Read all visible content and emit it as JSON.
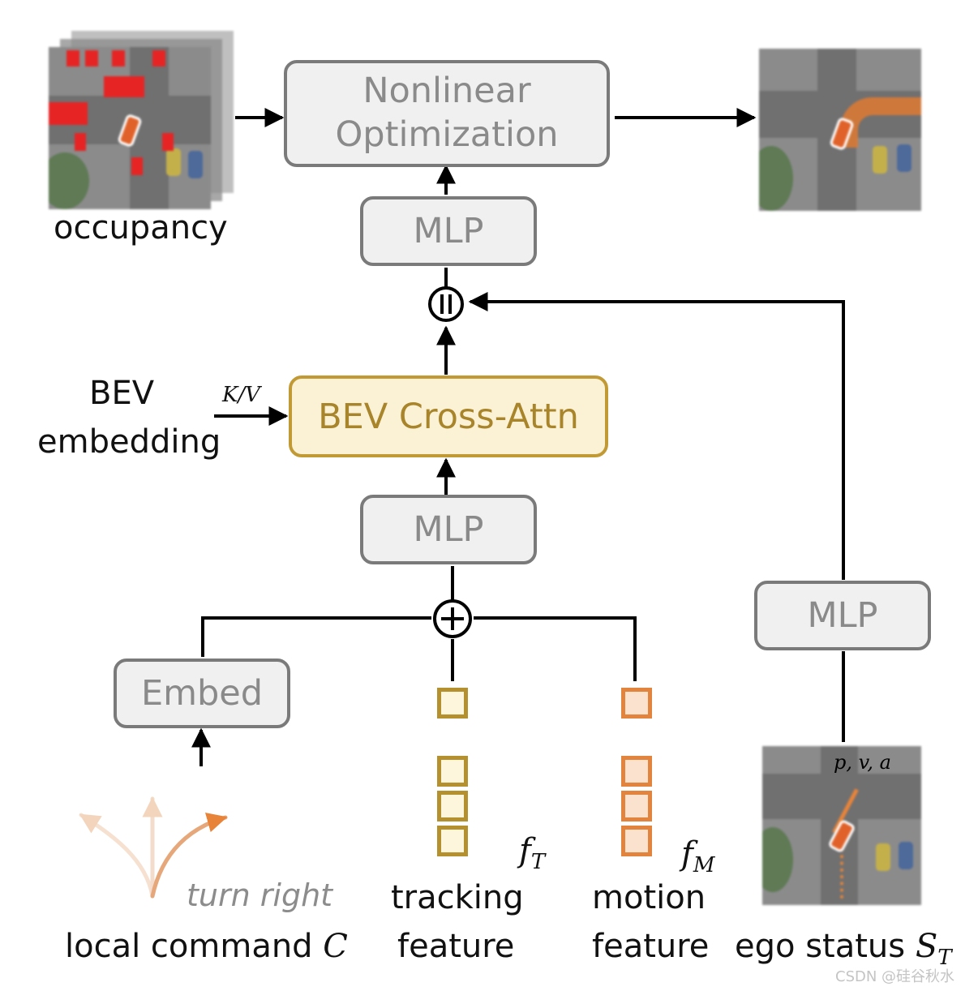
{
  "blocks": {
    "nonlinear": [
      "Nonlinear",
      "Optimization"
    ],
    "mlp_top": "MLP",
    "cross_attn": "BEV Cross-Attn",
    "mlp_mid": "MLP",
    "mlp_ego": "MLP",
    "embed": "Embed"
  },
  "operators": {
    "concat": "||",
    "add": "+"
  },
  "labels": {
    "occupancy": "occupancy",
    "bev": "BEV",
    "embedding": "embedding",
    "kv": "K/V",
    "turn_right": "turn right",
    "local_command": "local command ",
    "command_symbol": "C",
    "tracking": [
      "tracking",
      "feature"
    ],
    "f_t": "f",
    "f_t_sub": "T",
    "motion": [
      "motion",
      "feature"
    ],
    "f_m": "f",
    "f_m_sub": "M",
    "ego_status": "ego status ",
    "ego_symbol": "S",
    "ego_sub": "T",
    "pva": "p, v, a"
  },
  "colors": {
    "block_border": "#7a7a7a",
    "block_fill": "#f0f0f0",
    "attn_border": "#c29a35",
    "attn_fill": "#fbf2d6",
    "tracking": "#b5902e",
    "motion": "#e2843e",
    "occupancy_cell": "#e62424",
    "ego_car": "#e0622a"
  },
  "watermark": "CSDN @硅谷秋水"
}
